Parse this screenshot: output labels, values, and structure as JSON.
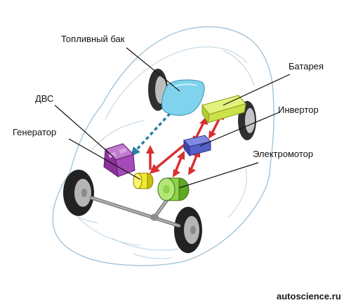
{
  "labels": {
    "fuel_tank": "Топливный бак",
    "battery": "Батарея",
    "ice": "ДВС",
    "inverter": "Инвертор",
    "generator": "Генератор",
    "electric_motor": "Электромотор"
  },
  "watermark": "autoscience.ru",
  "colors": {
    "fuel_tank": "#7fd3ec",
    "battery": "#cbe04a",
    "ice_engine": "#a64ab8",
    "generator": "#f2e834",
    "inverter": "#5560c8",
    "electric_motor": "#8fd34a",
    "power_flow": "#d83030",
    "fuel_flow": "#2b7fa8",
    "car_outline": "#9dbfd6"
  }
}
